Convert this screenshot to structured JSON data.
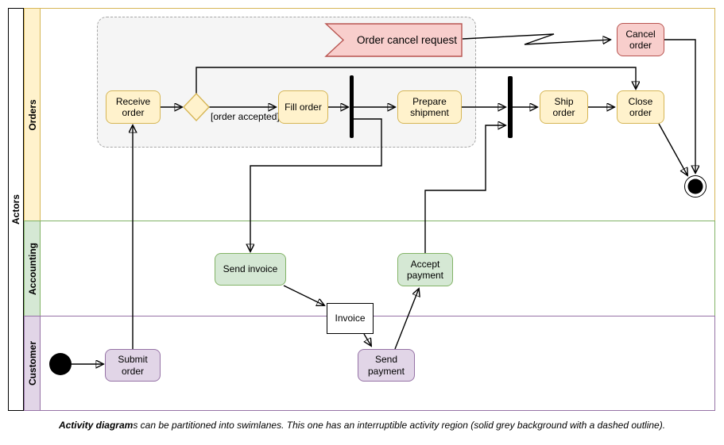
{
  "pool": {
    "label": "Actors"
  },
  "lanes": [
    {
      "label": "Orders"
    },
    {
      "label": "Accounting"
    },
    {
      "label": "Customer"
    }
  ],
  "nodes": {
    "receive_order": {
      "label": "Receive\norder"
    },
    "fill_order": {
      "label": "Fill order"
    },
    "prepare_shipment": {
      "label": "Prepare\nshipment"
    },
    "ship_order": {
      "label": "Ship\norder"
    },
    "close_order": {
      "label": "Close\norder"
    },
    "cancel_order": {
      "label": "Cancel\norder"
    },
    "signal": {
      "label": "Order cancel request"
    },
    "send_invoice": {
      "label": "Send invoice"
    },
    "accept_payment": {
      "label": "Accept\npayment"
    },
    "invoice": {
      "label": "Invoice"
    },
    "send_payment": {
      "label": "Send\npayment"
    },
    "submit_order": {
      "label": "Submit\norder"
    }
  },
  "edge_labels": {
    "guard": "[order accepted]"
  },
  "caption": {
    "bold": "Activity diagram",
    "rest": "s can be partitioned into swimlanes. This one has an interruptible activity region (solid grey background with a dashed outline)."
  },
  "colors": {
    "orders_fill": "#FFF2CC",
    "orders_stroke": "#D6B656",
    "accounting_fill": "#D5E8D4",
    "accounting_stroke": "#82B366",
    "customer_fill": "#E1D5E7",
    "customer_stroke": "#9673A6",
    "signal_fill": "#F8CECC",
    "signal_stroke": "#B85450",
    "region_fill": "#F5F5F5",
    "region_stroke": "#A6A6A6",
    "edge": "#000000"
  }
}
